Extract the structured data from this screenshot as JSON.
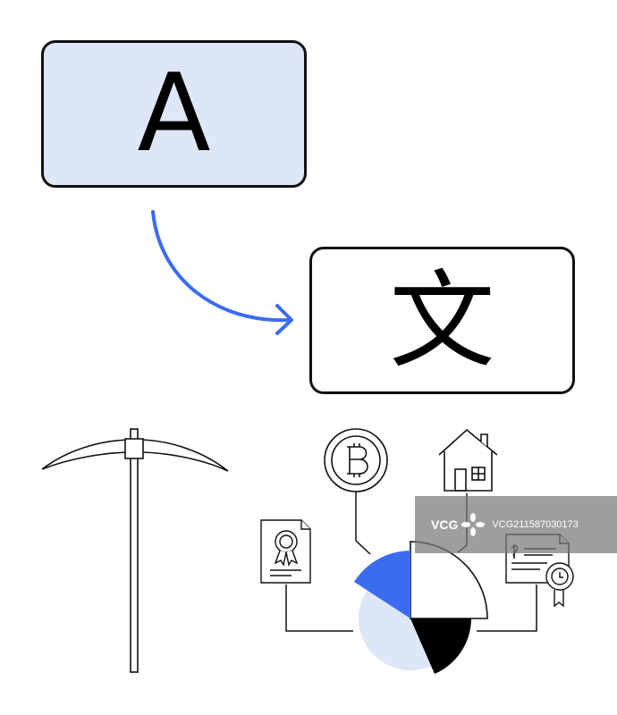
{
  "source_letter": "A",
  "target_char": "文",
  "arrow_color": "#3b6cf0",
  "box_fill_color": "#dde7f8",
  "pie_colors": {
    "blue": "#3b6cf0",
    "light": "#dde7f8",
    "dark": "#000000"
  },
  "icons": [
    "pickaxe-icon",
    "bitcoin-coin-icon",
    "house-icon",
    "certificate-icon",
    "contract-icon",
    "pie-chart-icon"
  ],
  "watermark": {
    "logo": "VCG",
    "id": "VCG211587030173"
  }
}
